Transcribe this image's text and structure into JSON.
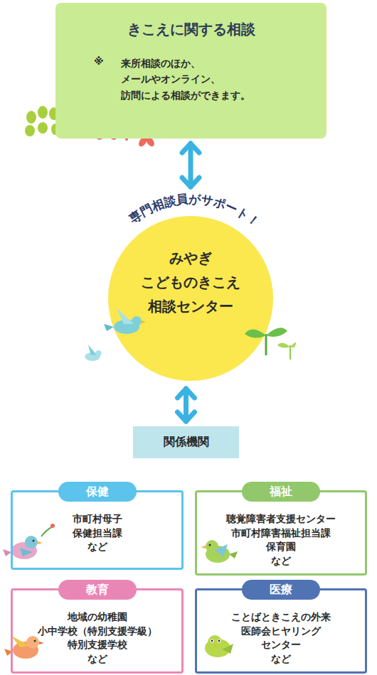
{
  "diagram": {
    "nodes": [
      {
        "text": [
          "きこえに関する相談",
          "来所相談のほか、 メールやオンライン、 訪問による相談ができます。"
        ]
      },
      {
        "text": [
          "専門相談員がサポート！",
          "みやぎ こどものきこえ 相談センター"
        ]
      },
      {
        "text": [
          "関係機関"
        ]
      },
      {
        "text": [
          "保健",
          "市町村母子 保健担当課 など"
        ]
      },
      {
        "text": [
          "福祉",
          "聴覚障害者支援センター 市町村障害福祉担当課 保育園 など"
        ]
      },
      {
        "text": [
          "教育",
          "地域の幼稚園 小中学校（特別支援学級） 特別支援学校 など"
        ]
      },
      {
        "text": [
          "医療",
          "ことばときこえの外来 医師会ヒヤリング センター など"
        ]
      }
    ],
    "edges": [
      {
        "from": 0,
        "to": 1,
        "arrow": "both"
      },
      {
        "from": 1,
        "to": 2,
        "arrow": "both"
      }
    ],
    "labels": [
      "※"
    ]
  }
}
